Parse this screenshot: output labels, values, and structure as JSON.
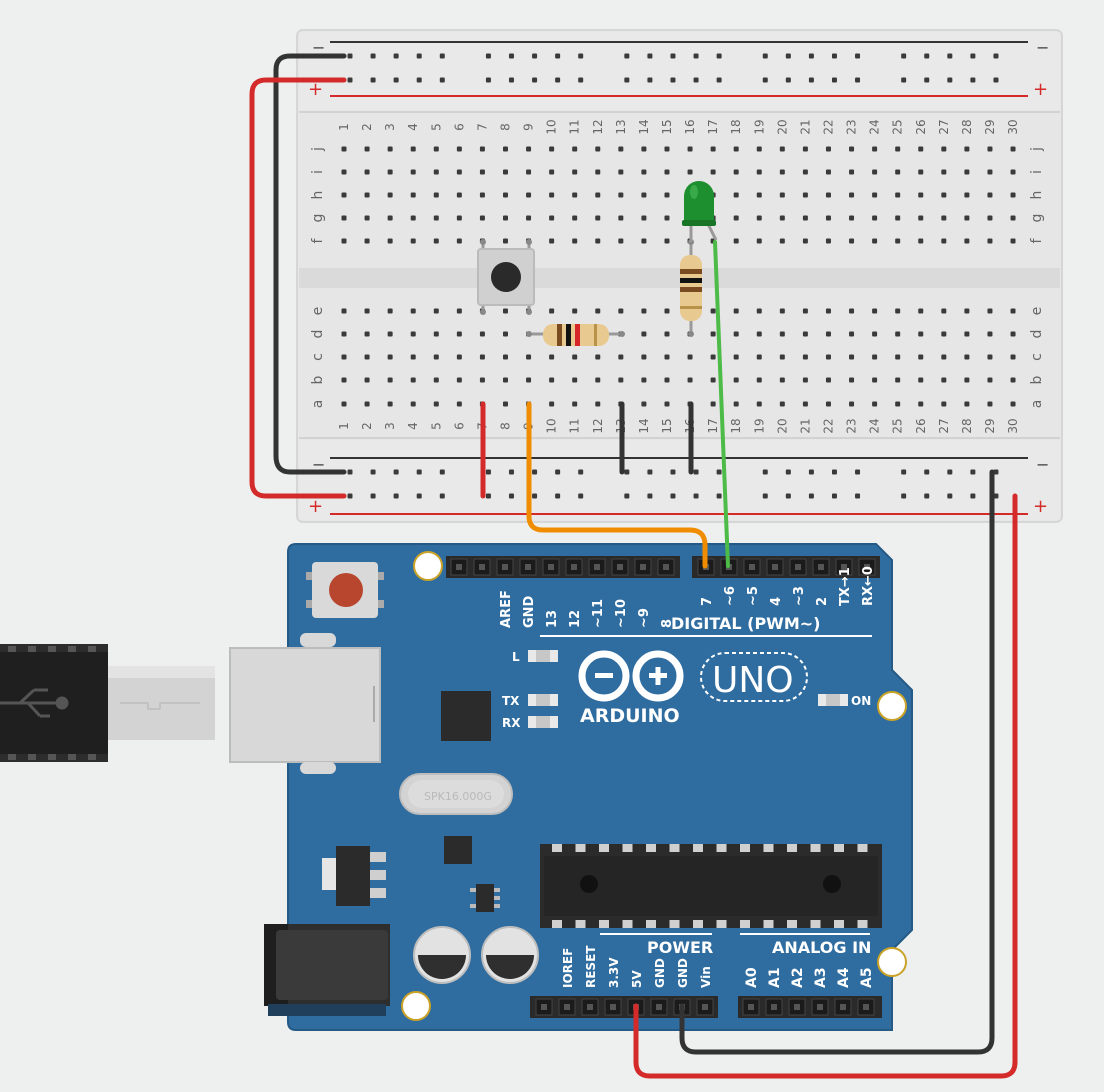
{
  "breadboard": {
    "rail_minus": "−",
    "rail_plus": "+",
    "columns": [
      "1",
      "2",
      "3",
      "4",
      "5",
      "6",
      "7",
      "8",
      "9",
      "10",
      "11",
      "12",
      "13",
      "14",
      "15",
      "16",
      "17",
      "18",
      "19",
      "20",
      "21",
      "22",
      "23",
      "24",
      "25",
      "26",
      "27",
      "28",
      "29",
      "30"
    ],
    "top_rows": [
      "j",
      "i",
      "h",
      "g",
      "f"
    ],
    "bottom_rows": [
      "e",
      "d",
      "c",
      "b",
      "a"
    ]
  },
  "arduino": {
    "logo_text": "ARDUINO",
    "model": "UNO",
    "digital_header_title": "DIGITAL (PWM~)",
    "digital_left_pins": [
      "AREF",
      "GND",
      "13",
      "12",
      "~11",
      "~10",
      "~9",
      "8"
    ],
    "digital_right_pins": [
      "7",
      "~6",
      "~5",
      "4",
      "~3",
      "2",
      "TX→1",
      "RX←0"
    ],
    "led_l": "L",
    "led_tx": "TX",
    "led_rx": "RX",
    "led_on": "ON",
    "crystal": "SPK16.000G",
    "power_title": "POWER",
    "power_pins": [
      "IOREF",
      "RESET",
      "3.3V",
      "5V",
      "GND",
      "GND",
      "Vin"
    ],
    "analog_title": "ANALOG IN",
    "analog_pins": [
      "A0",
      "A1",
      "A2",
      "A3",
      "A4",
      "A5"
    ]
  },
  "components": {
    "led_color": "#1e8f2e",
    "pushbutton": "pushbutton",
    "resistors": [
      "resistor-1",
      "resistor-2"
    ]
  },
  "wires": {
    "red": "#d42a2a",
    "black": "#333333",
    "orange": "#f08c00",
    "green": "#4cbb47"
  },
  "colors": {
    "board_blue": "#2e6b9e",
    "board_dark": "#23557e",
    "breadboard": "#e4e4e4"
  }
}
